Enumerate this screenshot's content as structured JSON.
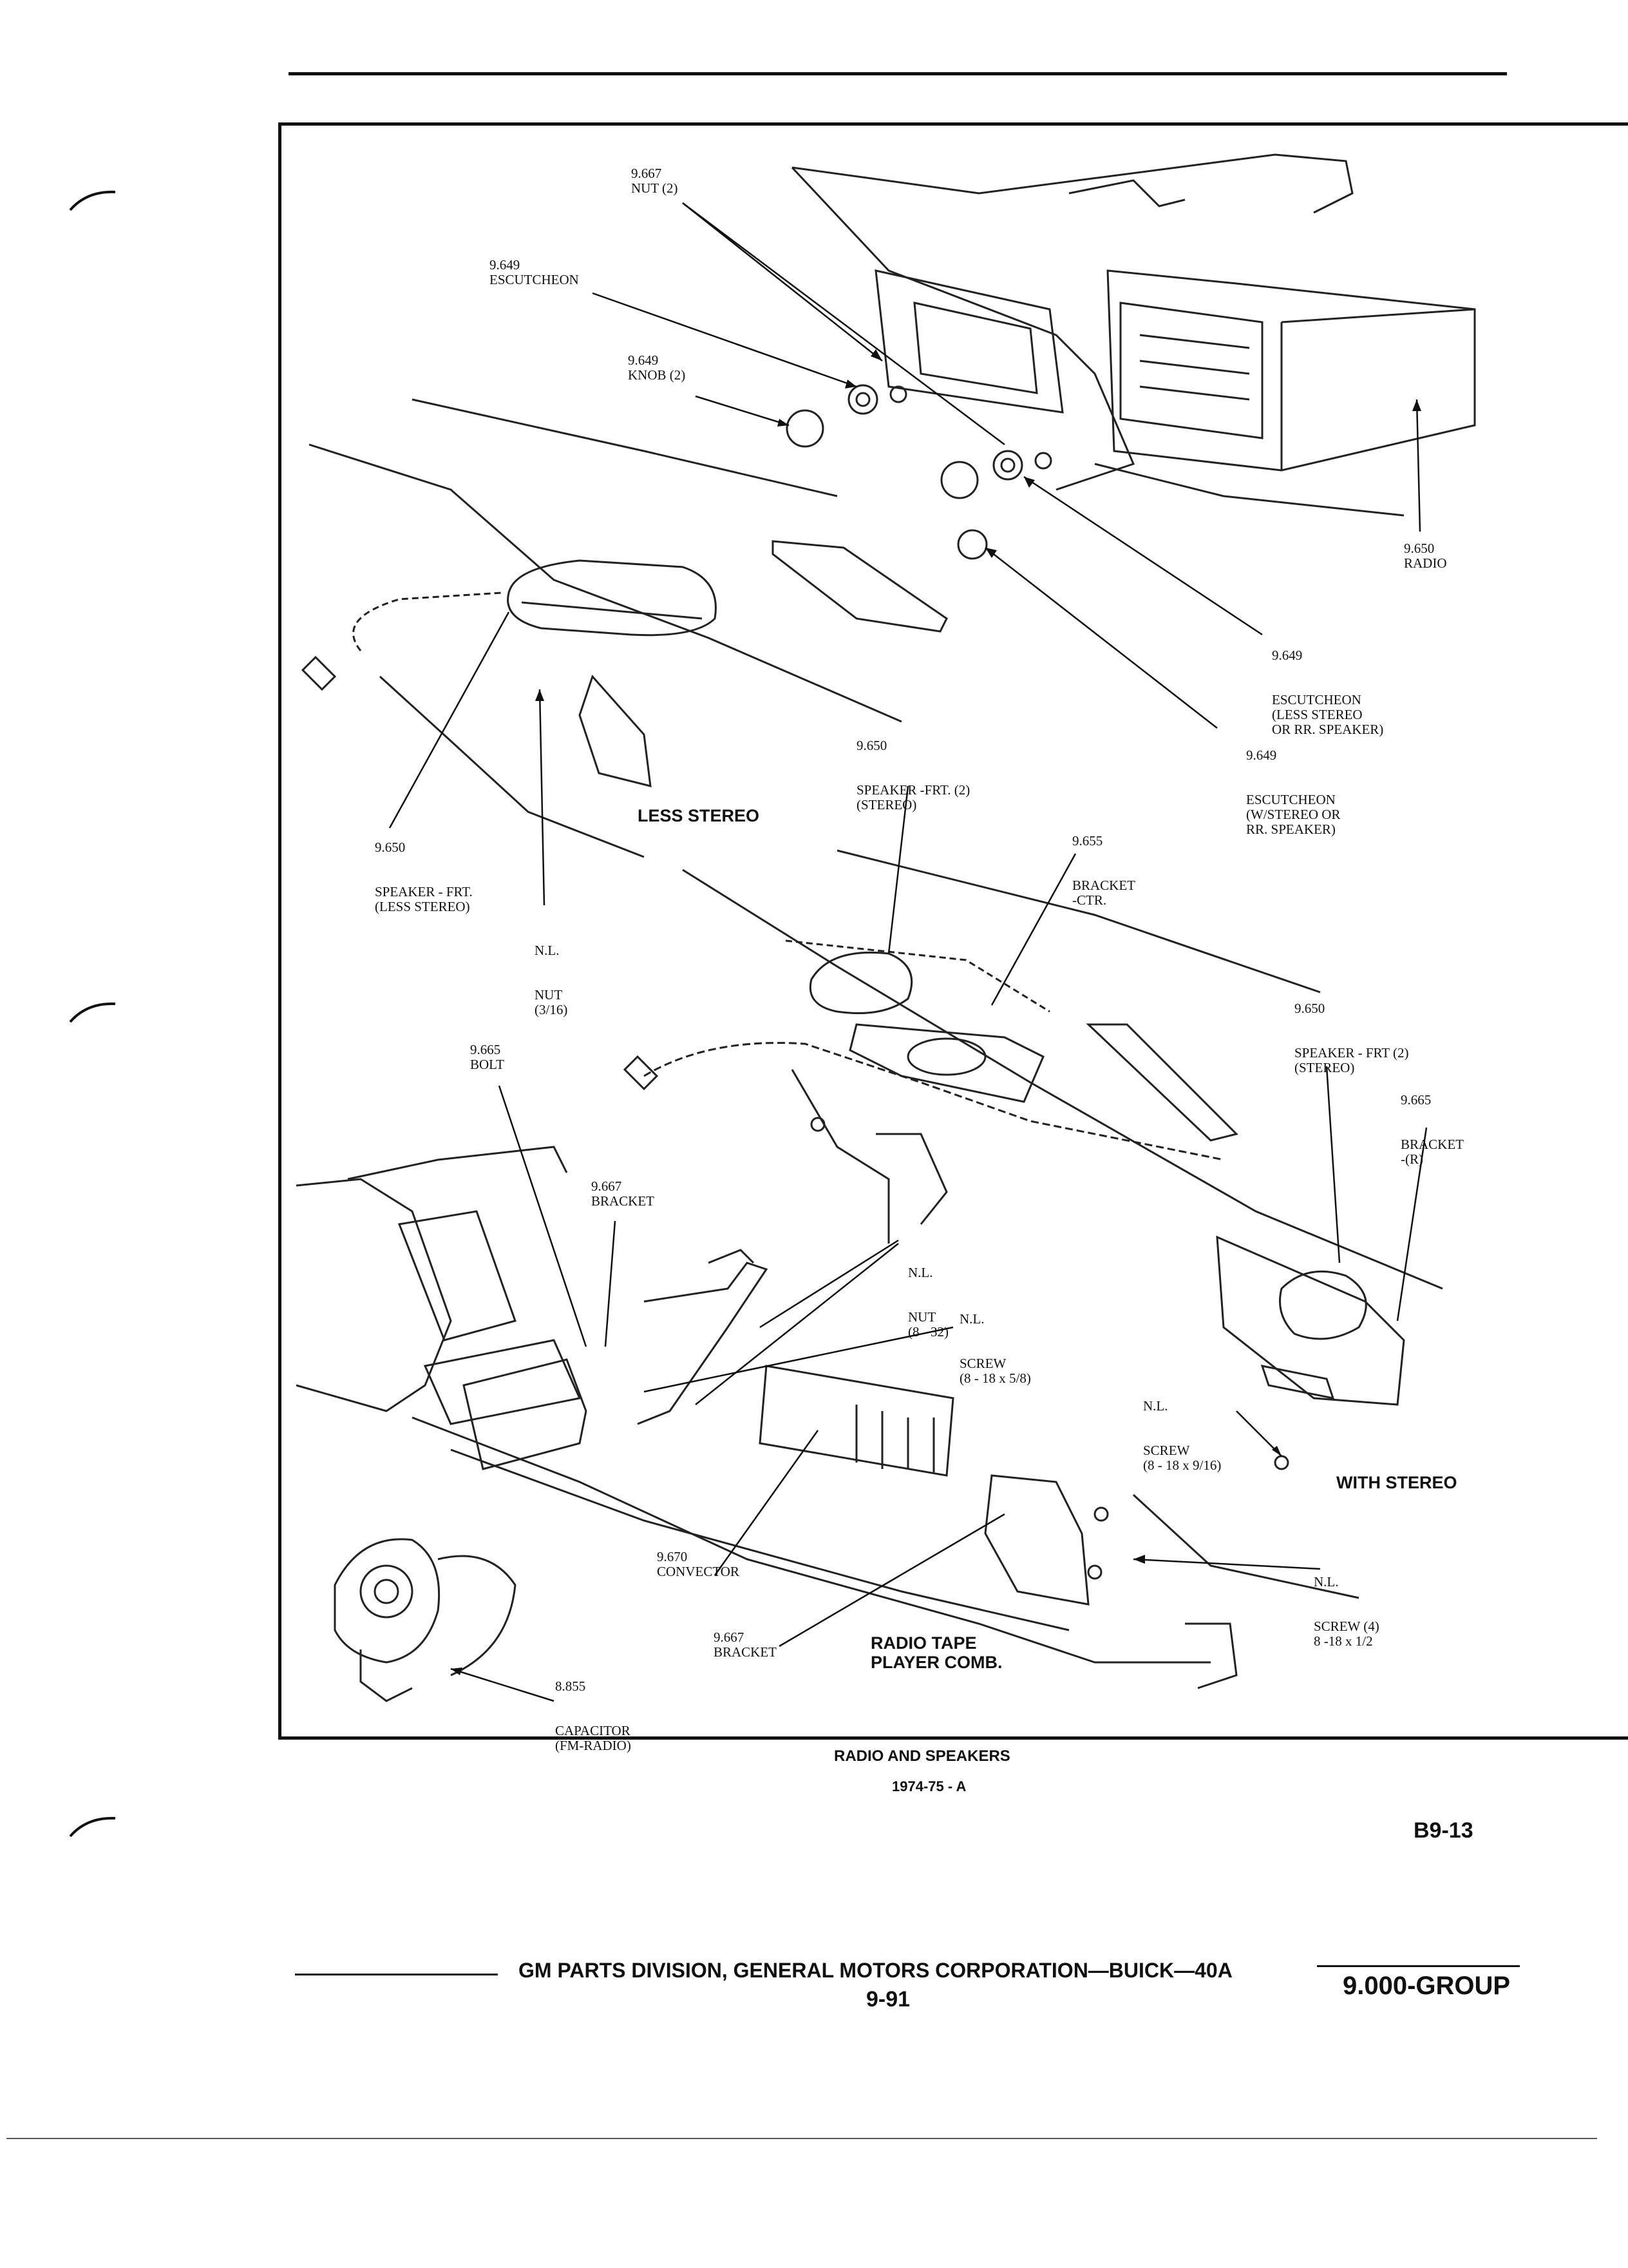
{
  "caption": {
    "title": "RADIO AND SPEAKERS",
    "subtitle": "1974-75 - A"
  },
  "page_code": "B9-13",
  "footer": {
    "publisher": "GM PARTS DIVISION, GENERAL MOTORS CORPORATION—BUICK—40A",
    "page_number": "9-91",
    "group": "9.000-GROUP"
  },
  "diagram": {
    "section_labels": {
      "less_stereo": "LESS STEREO",
      "with_stereo": "WITH STEREO",
      "radio_tape": "RADIO TAPE\nPLAYER COMB."
    },
    "callouts": [
      {
        "id": "nut-2",
        "num": "9.667",
        "name": "NUT (2)"
      },
      {
        "id": "escutcheon-top",
        "num": "9.649",
        "name": "ESCUTCHEON"
      },
      {
        "id": "knob-2",
        "num": "9.649",
        "name": "KNOB (2)"
      },
      {
        "id": "radio",
        "num": "9.650",
        "name": "RADIO"
      },
      {
        "id": "escutcheon-less-stereo",
        "num": "9.649",
        "name": "ESCUTCHEON\n(LESS STEREO\nOR RR. SPEAKER)"
      },
      {
        "id": "escutcheon-with-stereo",
        "num": "9.649",
        "name": "ESCUTCHEON\n(W/STEREO OR\nRR. SPEAKER)"
      },
      {
        "id": "speaker-frt-stereo",
        "num": "9.650",
        "name": "SPEAKER -FRT. (2)\n(STEREO)"
      },
      {
        "id": "speaker-frt-less-stereo",
        "num": "9.650",
        "name": "SPEAKER - FRT.\n(LESS STEREO)"
      },
      {
        "id": "bracket-ctr",
        "num": "9.655",
        "name": "BRACKET\n-CTR."
      },
      {
        "id": "nl-nut-3-16",
        "num": "N.L.",
        "name": "NUT\n(3/16)"
      },
      {
        "id": "speaker-frt-2-stereo",
        "num": "9.650",
        "name": "SPEAKER - FRT (2)\n(STEREO)"
      },
      {
        "id": "bracket-r",
        "num": "9.665",
        "name": "BRACKET\n-(R)"
      },
      {
        "id": "bolt",
        "num": "9.665",
        "name": "BOLT"
      },
      {
        "id": "bracket-upper",
        "num": "9.667",
        "name": "BRACKET"
      },
      {
        "id": "nl-nut-8-32",
        "num": "N.L.",
        "name": "NUT\n(8 - 32)"
      },
      {
        "id": "nl-screw-5-8",
        "num": "N.L.",
        "name": "SCREW\n(8 - 18 x 5/8)"
      },
      {
        "id": "nl-screw-9-16",
        "num": "N.L.",
        "name": "SCREW\n(8 - 18 x 9/16)"
      },
      {
        "id": "nl-screw-4",
        "num": "N.L.",
        "name": "SCREW (4)\n8 -18 x 1/2"
      },
      {
        "id": "convector",
        "num": "9.670",
        "name": "CONVECTOR"
      },
      {
        "id": "bracket-lower",
        "num": "9.667",
        "name": "BRACKET"
      },
      {
        "id": "capacitor",
        "num": "8.855",
        "name": "CAPACITOR\n(FM-RADIO)"
      }
    ]
  }
}
